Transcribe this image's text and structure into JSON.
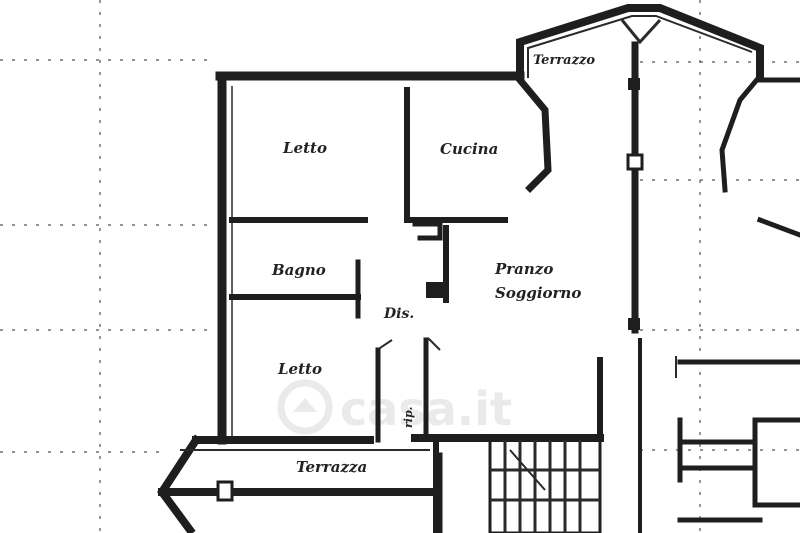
{
  "plan": {
    "rooms": {
      "letto_top": "Letto",
      "cucina": "Cucina",
      "terrazzo_top": "Terrazzo",
      "bagno": "Bagno",
      "pranzo_line1": "Pranzo",
      "pranzo_line2": "Soggiorno",
      "dis": "Dis.",
      "letto_bottom": "Letto",
      "ripostiglio": "rip.",
      "terrazza_bottom": "Terrazza"
    },
    "watermark": "casa.it",
    "colors": {
      "wall": "#1e1e1e",
      "watermark": "#d9d9d9"
    }
  }
}
